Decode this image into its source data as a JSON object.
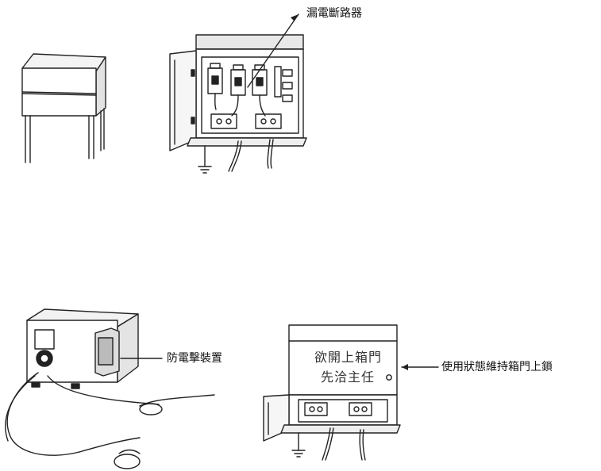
{
  "labels": {
    "leakage_breaker": "漏電斷路器",
    "anti_shock_device": "防電擊裝置",
    "door_locked_in_use": "使用狀態維持箱門上鎖"
  },
  "box_notice": {
    "line1": "欲開上箱門",
    "line2": "先洽主任"
  }
}
